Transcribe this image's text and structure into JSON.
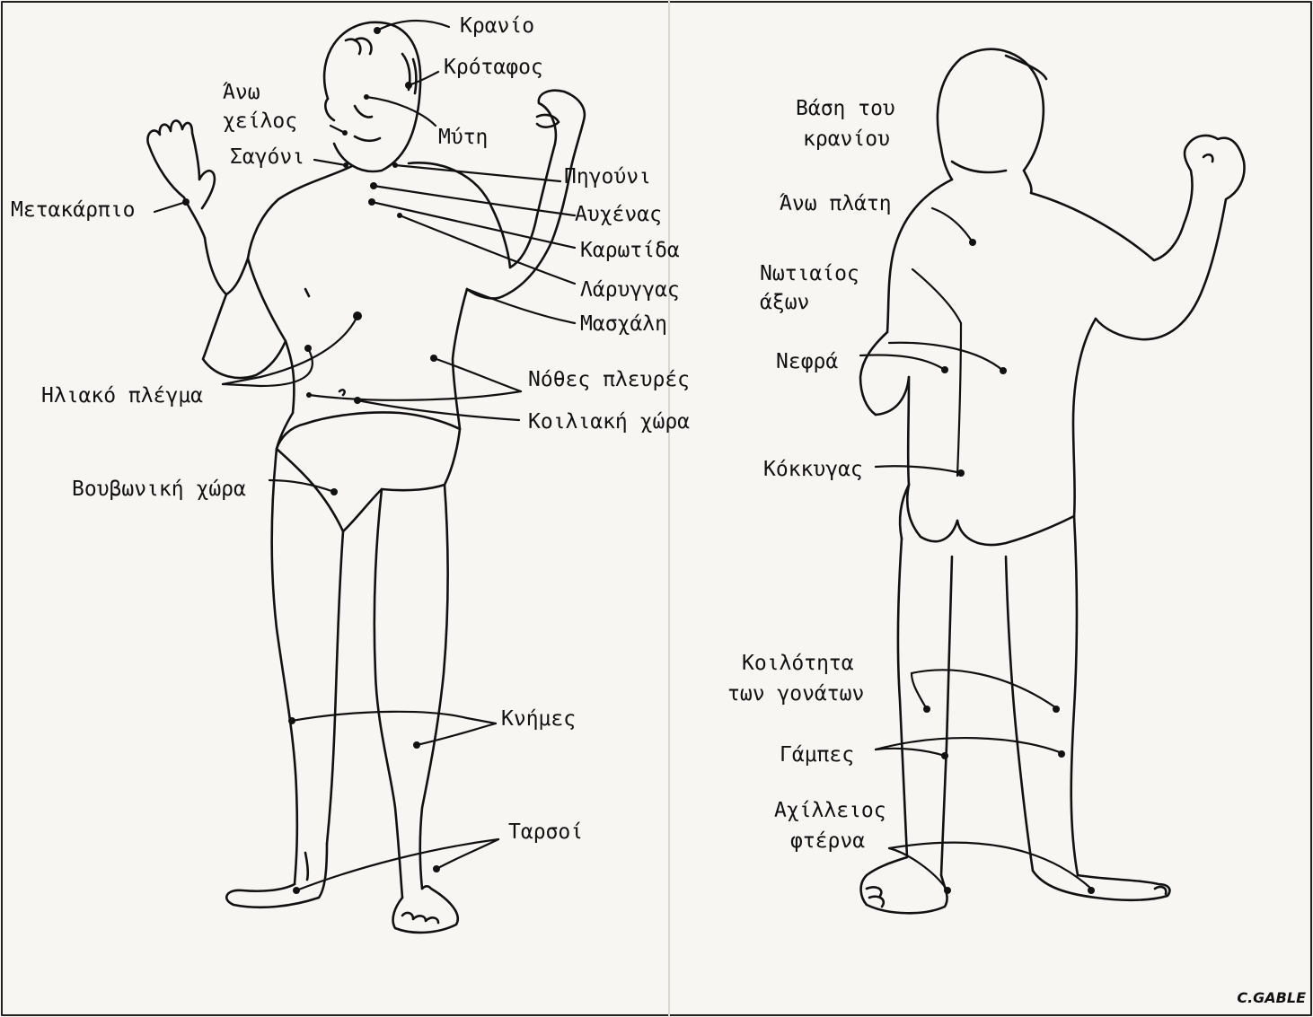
{
  "diagram": {
    "front_labels": {
      "kranio": "Κρανίο",
      "krotafos": "Κρόταφος",
      "ano_cheilos_1": "Άνω",
      "ano_cheilos_2": "χείλος",
      "myti": "Μύτη",
      "sagoni": "Σαγόνι",
      "pigouni": "Πηγούνι",
      "metakarpio": "Μετακάρπιο",
      "auchenas": "Αυχένας",
      "karotida": "Καρωτίδα",
      "laryggas": "Λάρυγγας",
      "maschali": "Μασχάλη",
      "iliako_plegma": "Ηλιακό πλέγμα",
      "nothes_plevres": "Νόθες πλευρές",
      "koiliaki_chora": "Κοιλιακή χώρα",
      "vouvoniki_chora": "Βουβωνική χώρα",
      "knimes": "Κνήμες",
      "tarsoi": "Ταρσοί"
    },
    "back_labels": {
      "vasi_1": "Βάση του",
      "vasi_2": "κρανίου",
      "ano_plati": "Άνω πλάτη",
      "notiaios_1": "Νωτιαίος",
      "notiaios_2": "άξων",
      "nefra": "Νεφρά",
      "kokkygas": "Κόκκυγας",
      "koilotita_1": "Κοιλότητα",
      "koilotita_2": "των γονάτων",
      "gampes": "Γάμπες",
      "achilleios_1": "Αχίλλειος",
      "achilleios_2": "φτέρνα"
    },
    "signature": "C.GABLE"
  }
}
